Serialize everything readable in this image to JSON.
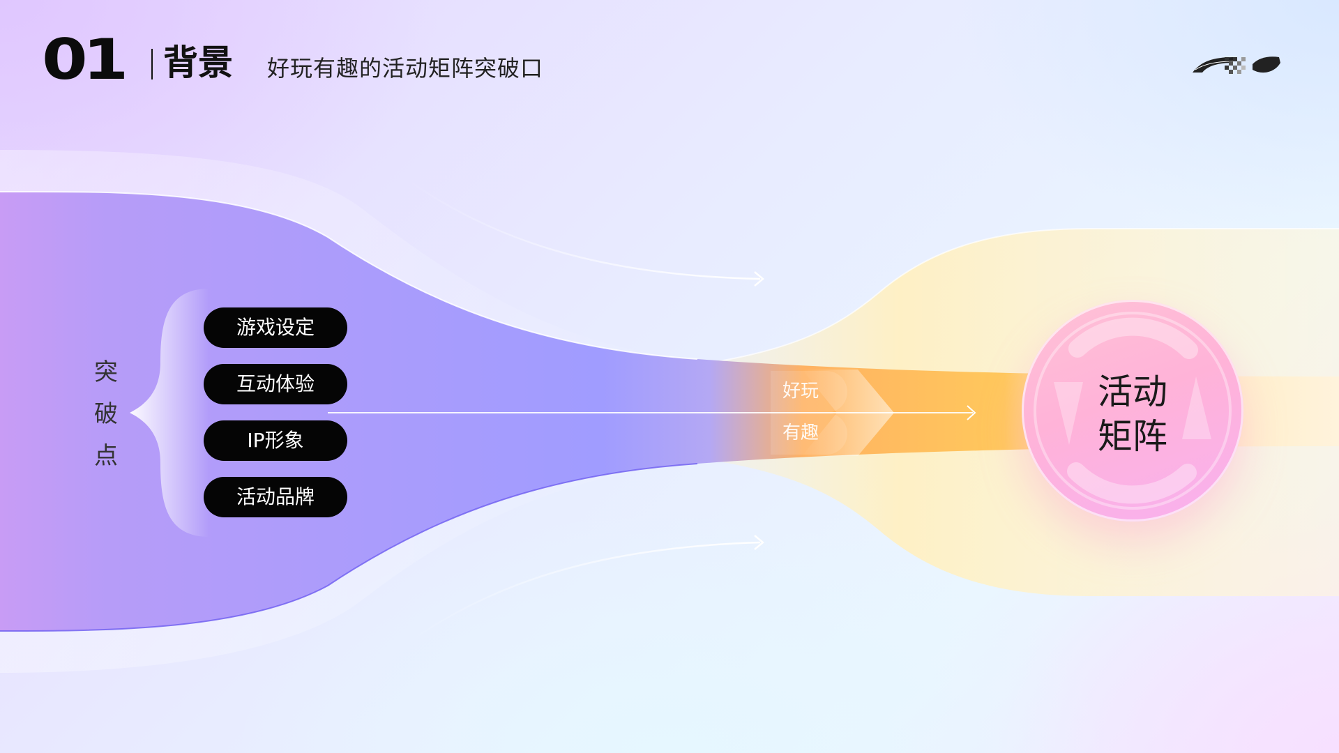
{
  "header": {
    "number": "01",
    "title": "背景",
    "subtitle": "好玩有趣的活动矩阵突破口"
  },
  "left_label": [
    "突",
    "破",
    "点"
  ],
  "breakthroughs": [
    {
      "label": "游戏设定"
    },
    {
      "label": "互动体验"
    },
    {
      "label": "IP形象"
    },
    {
      "label": "活动品牌"
    }
  ],
  "flow_labels": [
    "好玩",
    "有趣"
  ],
  "target": {
    "line1": "活动",
    "line2": "矩阵"
  },
  "colors": {
    "funnel_start": "#c89cf5",
    "funnel_mid": "#9f9bff",
    "funnel_end": "#ffb45a",
    "yellow_band": "#fff0c4",
    "circle": "#ffb8d9",
    "pill": "#050505"
  }
}
